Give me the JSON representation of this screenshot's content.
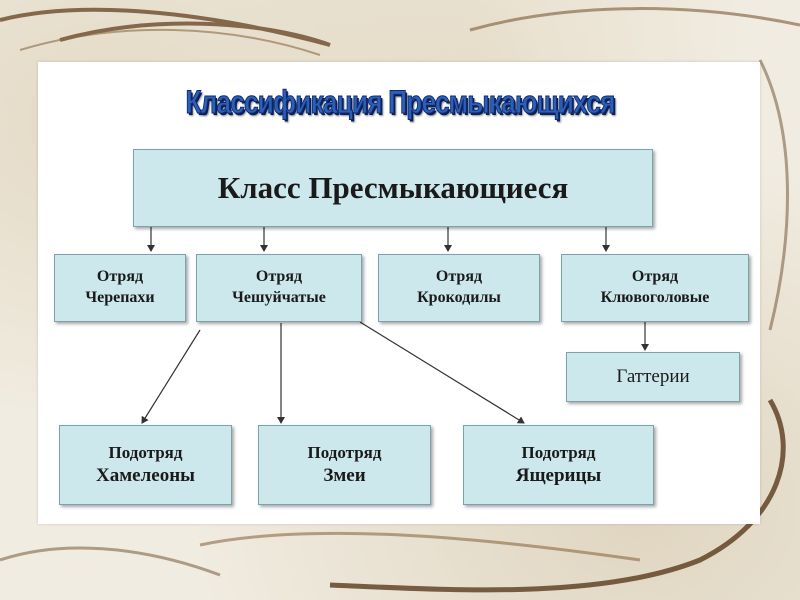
{
  "title": "Классификация Пресмыкающихся",
  "root": "Класс Пресмыкающиеся",
  "orders": [
    {
      "line1": "Отряд",
      "line2": "Черепахи"
    },
    {
      "line1": "Отряд",
      "line2": "Чешуйчатые"
    },
    {
      "line1": "Отряд",
      "line2": "Крокодилы"
    },
    {
      "line1": "Отряд",
      "line2": "Клювоголовые"
    }
  ],
  "gatterii": "Гаттерии",
  "suborders": [
    {
      "line1": "Подотряд",
      "line2": "Хамелеоны"
    },
    {
      "line1": "Подотряд",
      "line2": "Змеи"
    },
    {
      "line1": "Подотряд",
      "line2": "Ящерицы"
    }
  ],
  "colors": {
    "box_fill": "#cde8ed",
    "title": "#2e5fb8"
  }
}
